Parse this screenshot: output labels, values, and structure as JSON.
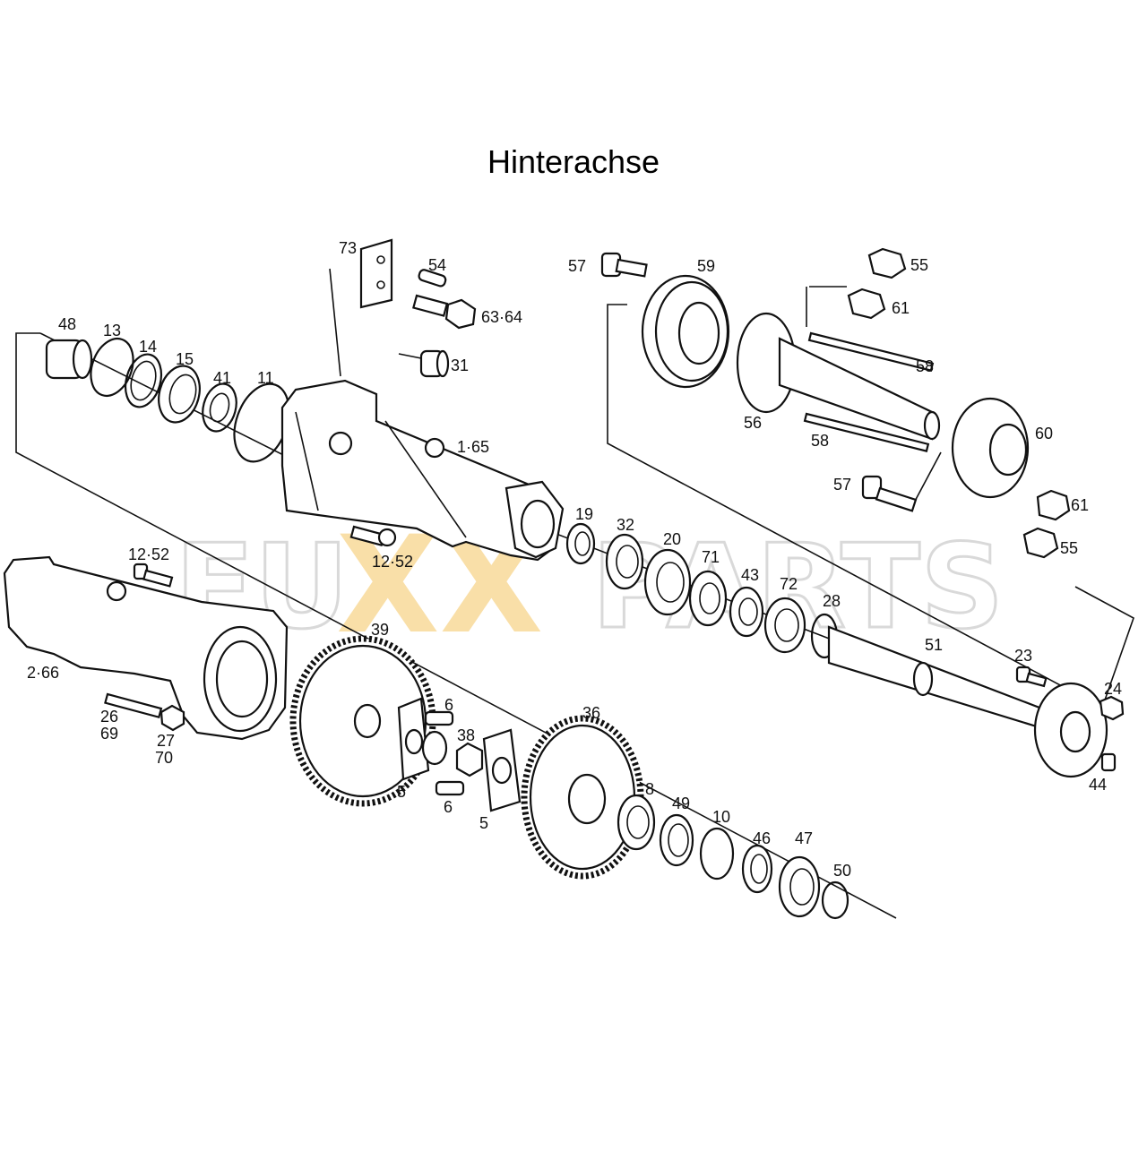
{
  "title": "Hinterachse",
  "watermark": {
    "left": "FU",
    "middle": "XX",
    "right": "PARTS",
    "accent_color": "#f7d58c"
  },
  "callouts": [
    "48",
    "13",
    "14",
    "15",
    "41",
    "11",
    "73",
    "54",
    "63·64",
    "31",
    "1·65",
    "57",
    "59",
    "55",
    "61",
    "58",
    "56",
    "60",
    "12·52",
    "19",
    "32",
    "20",
    "71",
    "43",
    "72",
    "28",
    "51",
    "23",
    "24",
    "44",
    "2·66",
    "39",
    "6",
    "38",
    "5",
    "36",
    "8",
    "49",
    "10",
    "46",
    "47",
    "50",
    "26",
    "69",
    "27",
    "70"
  ]
}
